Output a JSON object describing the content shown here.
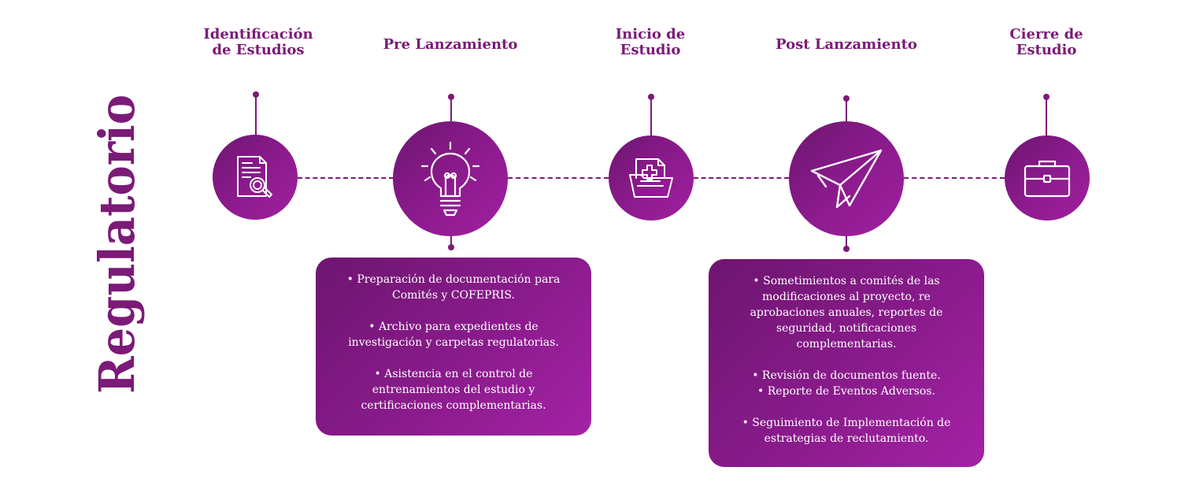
{
  "side_title": "Regulatorio",
  "stages": [
    {
      "title": "Identificación\nde Estudios",
      "icon": "document-search-icon"
    },
    {
      "title": "Pre Lanzamiento",
      "icon": "lightbulb-icon"
    },
    {
      "title": "Inicio de\nEstudio",
      "icon": "medical-folder-icon"
    },
    {
      "title": "Post Lanzamiento",
      "icon": "paper-plane-icon"
    },
    {
      "title": "Cierre de\nEstudio",
      "icon": "briefcase-icon"
    }
  ],
  "cards": {
    "pre": {
      "items": [
        "• Preparación de documentación para\nComités y COFEPRIS.",
        "• Archivo para expedientes de\ninvestigación y carpetas regulatorias.",
        "• Asistencia en el control de\nentrenamientos del estudio y\ncertificaciones complementarias."
      ]
    },
    "post": {
      "items": [
        "• Sometimientos a comités de las\nmodificaciones al proyecto, re\naprobaciones anuales, reportes de\nseguridad, notificaciones\ncomplementarias.",
        "• Revisión de documentos fuente.\n• Reporte de Eventos Adversos.",
        "• Seguimiento de Implementación de\nestrategias de reclutamiento."
      ]
    }
  },
  "colors": {
    "primary": "#7b1a77",
    "gradient_end": "#a020a0"
  }
}
